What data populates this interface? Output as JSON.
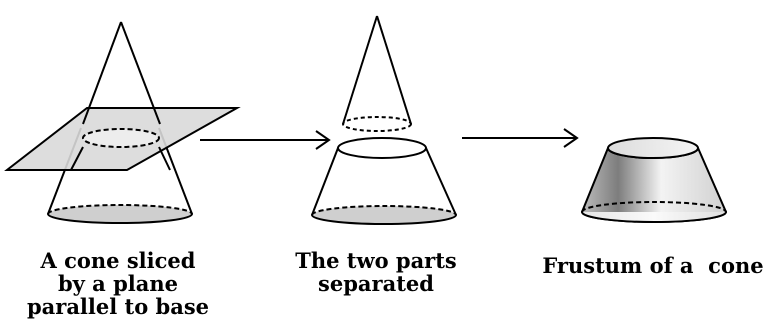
{
  "captions": {
    "sliced": [
      "A cone sliced",
      "by a plane",
      "parallel to base"
    ],
    "separated": [
      "The two parts",
      "separated"
    ],
    "frustum": [
      "Frustum of a  cone"
    ]
  }
}
